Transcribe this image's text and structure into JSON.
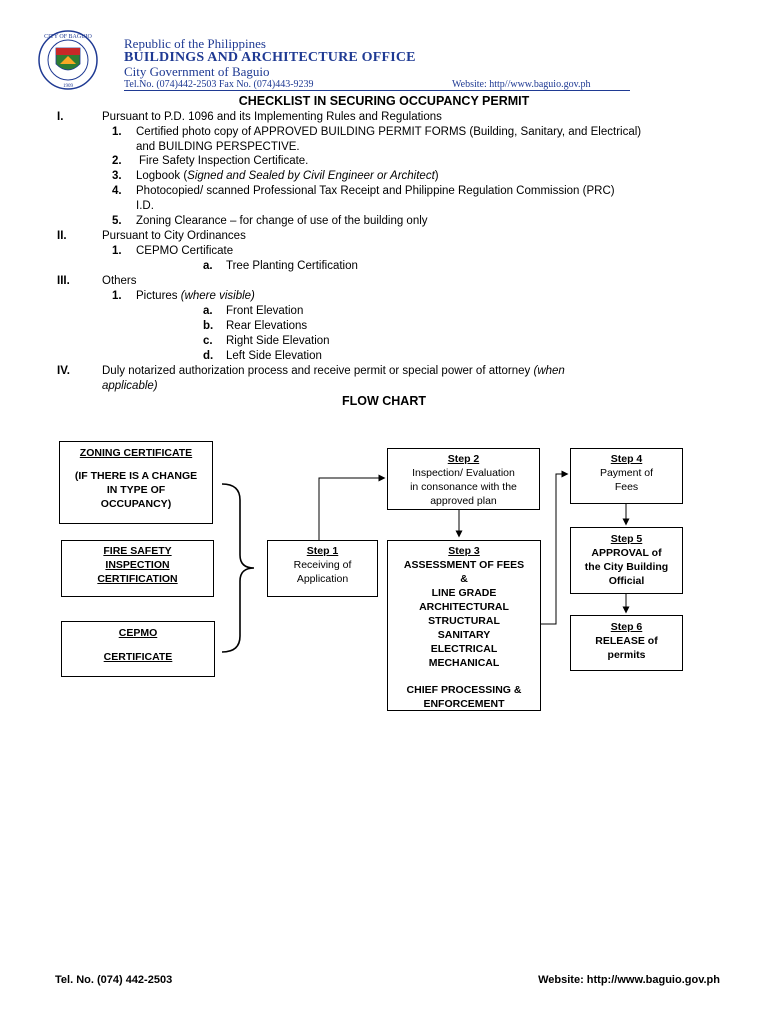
{
  "header": {
    "seal_text": "CITY OF BAGUIO",
    "seal_year": "1909",
    "line1": "Republic of the Philippines",
    "line2": "BUILDINGS AND ARCHITECTURE OFFICE",
    "line3": "City Government of Baguio",
    "tel": "Tel.No. (074)442-2503 Fax No. (074)443-9239",
    "website": "Website: http//www.baguio.gov.ph"
  },
  "checklist": {
    "title": "CHECKLIST IN SECURING OCCUPANCY PERMIT",
    "s1": {
      "num": "I.",
      "text": "Pursuant to P.D. 1096 and its Implementing Rules and Regulations",
      "items": [
        {
          "num": "1.",
          "text": "Certified photo copy of APPROVED BUILDING PERMIT FORMS (Building, Sanitary, and Electrical)",
          "text2": "and BUILDING PERSPECTIVE."
        },
        {
          "num": "2.",
          "text": "Fire Safety Inspection Certificate."
        },
        {
          "num": "3.",
          "text": "Logbook (",
          "italic": "Signed and Sealed by Civil Engineer or Architect",
          "after": ")"
        },
        {
          "num": "4.",
          "text": "Photocopied/ scanned Professional Tax Receipt and Philippine Regulation Commission (PRC)",
          "text2": "I.D."
        },
        {
          "num": "5.",
          "text": "Zoning Clearance – for change of use of the building only"
        }
      ]
    },
    "s2": {
      "num": "II.",
      "text": "Pursuant to City Ordinances",
      "item_num": "1.",
      "item_text": "CEPMO Certificate",
      "sub_num": "a.",
      "sub_text": "Tree Planting Certification"
    },
    "s3": {
      "num": "III.",
      "text": "Others",
      "item_num": "1.",
      "item_text": "Pictures ",
      "item_italic": "(where visible)",
      "subs": [
        {
          "num": "a.",
          "text": "Front Elevation"
        },
        {
          "num": "b.",
          "text": "Rear Elevations"
        },
        {
          "num": "c.",
          "text": "Right Side Elevation"
        },
        {
          "num": "d.",
          "text": "Left Side Elevation"
        }
      ]
    },
    "s4": {
      "num": "IV.",
      "text": "Duly notarized authorization process and receive permit or special power of attorney ",
      "italic": "(when",
      "italic2": "applicable)"
    }
  },
  "flow": {
    "title": "FLOW CHART",
    "zoning": {
      "title": "ZONING CERTIFICATE",
      "l1": "(IF THERE IS A CHANGE",
      "l2": "IN TYPE OF",
      "l3": "OCCUPANCY)"
    },
    "fire": {
      "l1": "FIRE SAFETY",
      "l2": "INSPECTION",
      "l3": "CERTIFICATION"
    },
    "cepmo": {
      "l1": "CEPMO",
      "l2": "CERTIFICATE"
    },
    "step1": {
      "title": "Step 1",
      "l1": "Receiving of",
      "l2": "Application"
    },
    "step2": {
      "title": "Step 2",
      "l1": "Inspection/ Evaluation",
      "l2": "in consonance with the",
      "l3": "approved plan"
    },
    "step3": {
      "title": "Step 3",
      "lines": [
        "ASSESSMENT OF FEES",
        "&",
        "LINE GRADE",
        "ARCHITECTURAL",
        "STRUCTURAL",
        "SANITARY",
        "ELECTRICAL",
        "MECHANICAL"
      ],
      "chief1": "CHIEF PROCESSING &",
      "chief2": "ENFORCEMENT"
    },
    "step4": {
      "title": "Step 4",
      "l1": "Payment of",
      "l2": "Fees"
    },
    "step5": {
      "title": "Step 5",
      "l1": "APPROVAL of",
      "l2": "the City Building",
      "l3": "Official"
    },
    "step6": {
      "title": "Step 6",
      "l1": "RELEASE of",
      "l2": "permits"
    }
  },
  "footer": {
    "tel": "Tel. No. (074) 442-2503",
    "website": "Website: http://www.baguio.gov.ph"
  }
}
